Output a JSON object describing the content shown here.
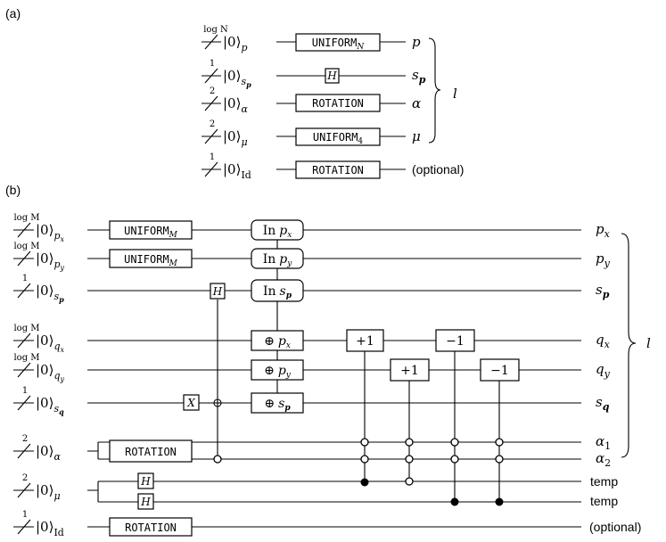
{
  "panel_a": {
    "label": "(a)",
    "wires": [
      {
        "size": "log N",
        "ket": "|0⟩",
        "sub": "p",
        "gate": "UNIFORM",
        "gate_sub": "N",
        "out": "p",
        "out_sub": ""
      },
      {
        "size": "1",
        "ket": "|0⟩",
        "sub": "s",
        "sub_sub": "p",
        "gate": "H",
        "gate_sub": "",
        "out": "s",
        "out_sub": "p"
      },
      {
        "size": "2",
        "ket": "|0⟩",
        "sub": "α",
        "gate": "ROTATION",
        "gate_sub": "",
        "out": "α",
        "out_sub": ""
      },
      {
        "size": "2",
        "ket": "|0⟩",
        "sub": "μ",
        "gate": "UNIFORM",
        "gate_sub": "4",
        "out": "μ",
        "out_sub": ""
      },
      {
        "size": "1",
        "ket": "|0⟩",
        "sub": "Id",
        "gate": "ROTATION",
        "gate_sub": "",
        "out": "(optional)",
        "out_sub": ""
      }
    ],
    "brace_label": "l"
  },
  "panel_b": {
    "label": "(b)",
    "wires": [
      {
        "size": "log M",
        "ket": "|0⟩",
        "sub": "p",
        "sub_sub": "x",
        "out": "p",
        "out_sub": "x"
      },
      {
        "size": "log M",
        "ket": "|0⟩",
        "sub": "p",
        "sub_sub": "y",
        "out": "p",
        "out_sub": "y"
      },
      {
        "size": "1",
        "ket": "|0⟩",
        "sub": "s",
        "sub_sub": "p",
        "out": "s",
        "out_sub": "p"
      },
      {
        "size": "log M",
        "ket": "|0⟩",
        "sub": "q",
        "sub_sub": "x",
        "out": "q",
        "out_sub": "x"
      },
      {
        "size": "log M",
        "ket": "|0⟩",
        "sub": "q",
        "sub_sub": "y",
        "out": "q",
        "out_sub": "y"
      },
      {
        "size": "1",
        "ket": "|0⟩",
        "sub": "s",
        "sub_sub": "q",
        "out": "s",
        "out_sub": "q"
      },
      {
        "size": "2",
        "ket": "|0⟩",
        "sub": "α",
        "sub_sub": "",
        "out": "α",
        "out_sub": "1"
      },
      {
        "size": "",
        "ket": "",
        "sub": "",
        "sub_sub": "",
        "out": "α",
        "out_sub": "2"
      },
      {
        "size": "2",
        "ket": "|0⟩",
        "sub": "μ",
        "sub_sub": "",
        "out": "temp",
        "out_sub": ""
      },
      {
        "size": "",
        "ket": "",
        "sub": "",
        "sub_sub": "",
        "out": "temp",
        "out_sub": ""
      },
      {
        "size": "1",
        "ket": "|0⟩",
        "sub": "Id",
        "sub_sub": "",
        "out": "(optional)",
        "out_sub": ""
      }
    ],
    "gates": {
      "uniform_m": "UNIFORM",
      "uniform_m_sub": "M",
      "rotation": "ROTATION",
      "h": "H",
      "x": "X",
      "in_label": "In",
      "oplus": "⊕",
      "plus1": "+1",
      "minus1": "−1"
    },
    "brace_label": "l"
  }
}
